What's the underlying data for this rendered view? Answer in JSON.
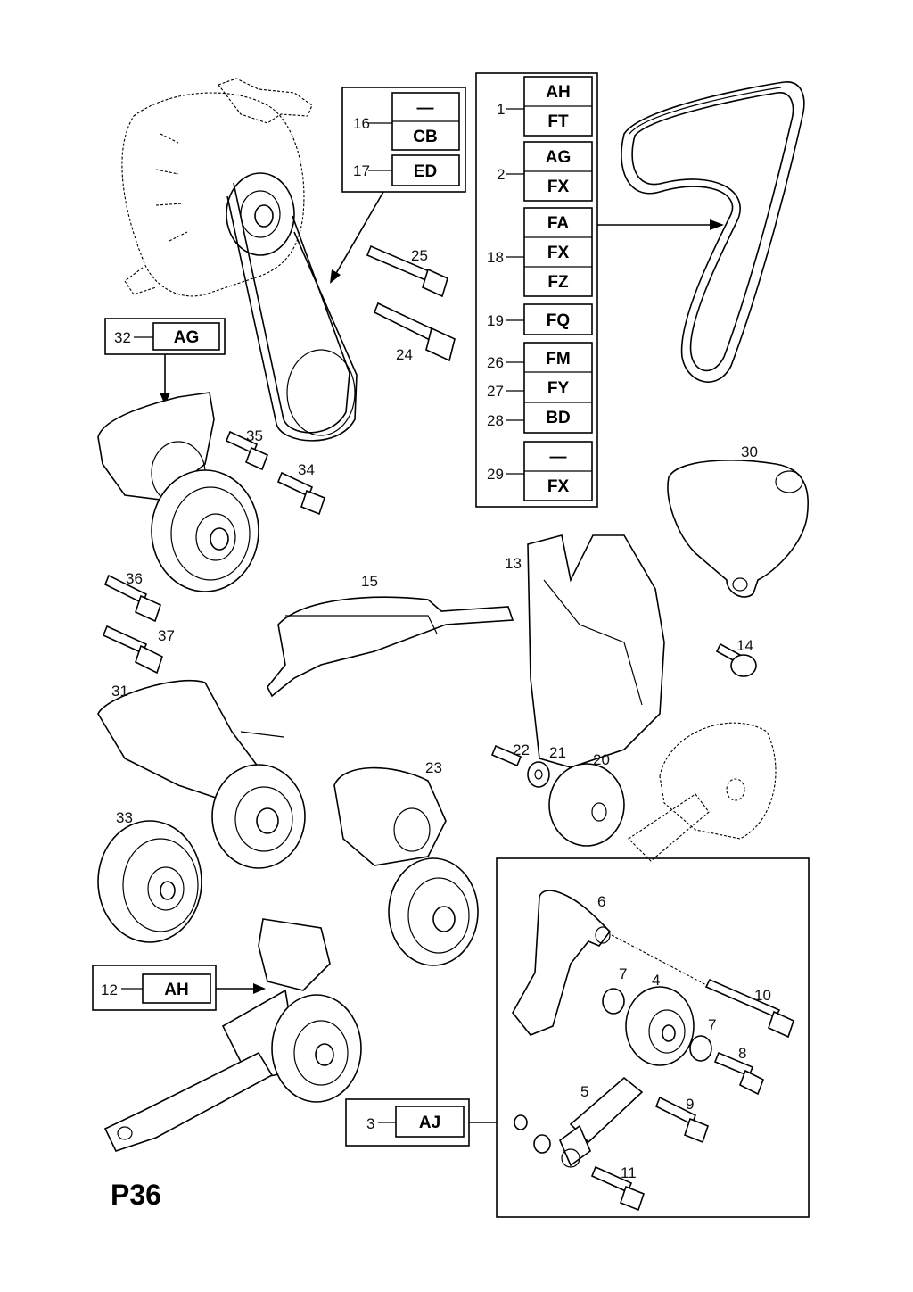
{
  "page_title": "P36",
  "callouts": [
    {
      "id": "c16",
      "number": "16",
      "codes": [
        "—",
        "CB"
      ]
    },
    {
      "id": "c17",
      "number": "17",
      "codes": [
        "ED"
      ]
    },
    {
      "id": "c1",
      "number": "1",
      "codes": [
        "AH",
        "FT"
      ]
    },
    {
      "id": "c2",
      "number": "2",
      "codes": [
        "AG",
        "FX"
      ]
    },
    {
      "id": "c18",
      "number": "18",
      "codes": [
        "FA",
        "FX",
        "FZ"
      ]
    },
    {
      "id": "c19",
      "number": "19",
      "codes": [
        "FQ"
      ]
    },
    {
      "id": "c26",
      "number": "26",
      "codes": [
        "FM"
      ]
    },
    {
      "id": "c27",
      "number": "27",
      "codes": [
        "FY"
      ]
    },
    {
      "id": "c28",
      "number": "28",
      "codes": [
        "BD"
      ]
    },
    {
      "id": "c29",
      "number": "29",
      "codes": [
        "—",
        "FX"
      ]
    },
    {
      "id": "c32",
      "number": "32",
      "codes": [
        "AG"
      ]
    },
    {
      "id": "c12",
      "number": "12",
      "codes": [
        "AH"
      ]
    },
    {
      "id": "c3",
      "number": "3",
      "codes": [
        "AJ"
      ]
    }
  ],
  "part_labels": [
    "25",
    "24",
    "35",
    "34",
    "30",
    "36",
    "15",
    "13",
    "37",
    "14",
    "31",
    "22",
    "21",
    "20",
    "23",
    "33",
    "6",
    "7",
    "4",
    "10",
    "7",
    "8",
    "5",
    "9",
    "11"
  ]
}
